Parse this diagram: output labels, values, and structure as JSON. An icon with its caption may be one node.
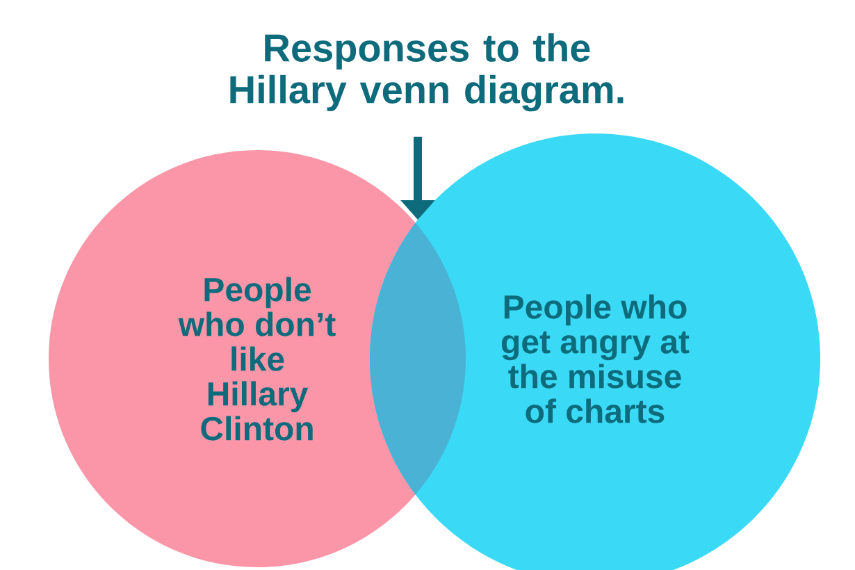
{
  "diagram": {
    "nodes": [
      {
        "text": [
          "Responses to the Hillary venn diagram."
        ]
      },
      {
        "text": [
          "People who don’t like Hillary Clinton"
        ]
      },
      {
        "text": [
          "People who get angry at the misuse of charts"
        ]
      },
      {
        "text": [],
        "shape": "lens"
      }
    ],
    "edges": [
      {
        "from": 0,
        "to": 3,
        "arrow": "to"
      }
    ]
  }
}
